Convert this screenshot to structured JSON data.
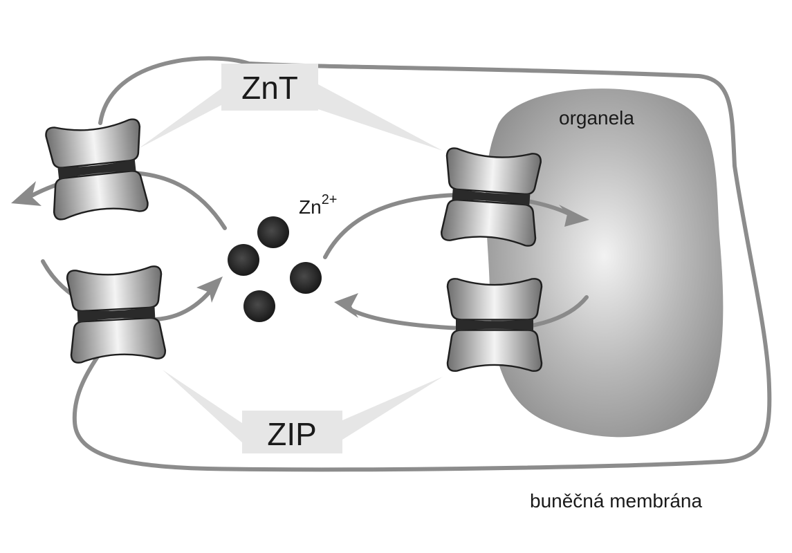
{
  "labels": {
    "znt": "ZnT",
    "zip": "ZIP",
    "organelle": "organela",
    "ion_base": "Zn",
    "ion_charge": "2+",
    "membrane": "buněčná membrána"
  },
  "colors": {
    "membrane": "#8c8c8c",
    "arrow": "#8a8a8a",
    "callout_bg": "#e6e6e6",
    "pore": "#2a2a2a",
    "ion": "#2b2b2b"
  },
  "icons": {
    "transporter": "transporter-protein-icon",
    "ion": "zinc-ion-icon",
    "arrow": "arrowhead-icon"
  }
}
